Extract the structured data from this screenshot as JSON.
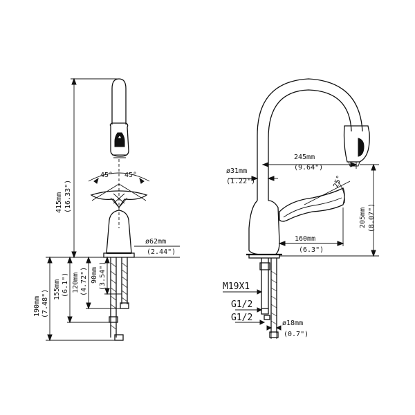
{
  "front_view": {
    "height_total_mm": "415mm",
    "height_total_in": "(16.33\")",
    "angle_left": "45°",
    "angle_right": "45°",
    "base_diameter_mm": "ø62mm",
    "base_diameter_in": "(2.44\")",
    "depth_190_mm": "190mm",
    "depth_190_in": "(7.48\")",
    "depth_155_mm": "155mm",
    "depth_155_in": "(6.1\")",
    "depth_120_mm": "120mm",
    "depth_120_in": "(4.72\")",
    "depth_90_mm": "90mm",
    "depth_90_in": "(3.54\")"
  },
  "side_view": {
    "spout_diameter_mm": "ø31mm",
    "spout_diameter_in": "(1.22\")",
    "reach_mm": "245mm",
    "reach_in": "(9.64\")",
    "spout_height_mm": "205mm",
    "spout_height_in": "(8.07\")",
    "handle_angle": "25°",
    "handle_length_mm": "160mm",
    "handle_length_in": "(6.3\")",
    "thread_m19": "M19X1",
    "thread_g1": "G1/2",
    "thread_g2": "G1/2",
    "hose_diameter_mm": "ø18mm",
    "hose_diameter_in": "(0.7\")"
  }
}
